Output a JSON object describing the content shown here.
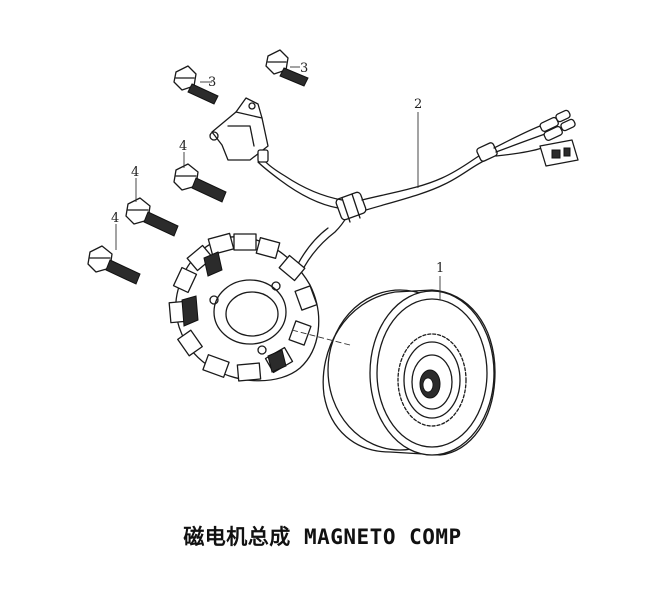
{
  "caption": "磁电机总成 MAGNETO COMP",
  "callouts": {
    "rotor": "1",
    "harness": "2",
    "bolt_upper_left": "3",
    "bolt_upper_right": "3",
    "bolt_a": "4",
    "bolt_b": "4",
    "bolt_c": "4"
  }
}
